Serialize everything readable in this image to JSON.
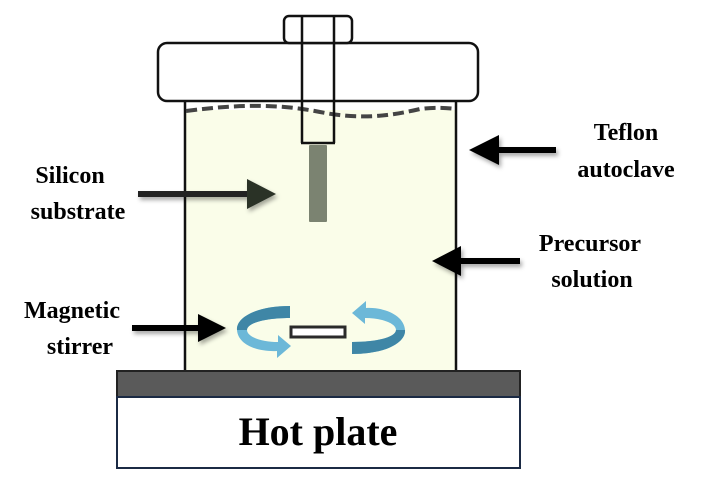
{
  "title": "Hydrothermal growth setup",
  "labels": {
    "teflon_line1": "Teflon",
    "teflon_line2": "autoclave",
    "silicon_line1": "Silicon",
    "silicon_line2": "substrate",
    "precursor_line1": "Precursor",
    "precursor_line2": "solution",
    "magnetic_line1": "Magnetic",
    "magnetic_line2": "stirrer",
    "hot_plate": "Hot plate"
  },
  "colors": {
    "solution_fill": "#fafde9",
    "substrate": "#7b8371",
    "hot_plate_top": "#5a5a5a",
    "stirrer_arrow_light": "#6cb8d8",
    "stirrer_arrow_dark": "#3f86a6",
    "outline": "#111111"
  }
}
